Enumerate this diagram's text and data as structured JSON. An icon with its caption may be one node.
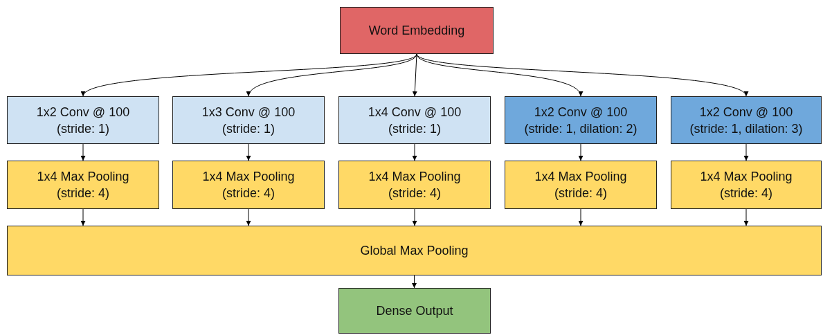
{
  "diagram": {
    "nodes": [
      {
        "text": [
          "Word Embedding"
        ]
      },
      {
        "text": [
          "1x2 Conv @ 100",
          "(stride: 1)"
        ]
      },
      {
        "text": [
          "1x3 Conv @ 100",
          "(stride: 1)"
        ]
      },
      {
        "text": [
          "1x4 Conv @ 100",
          "(stride: 1)"
        ]
      },
      {
        "text": [
          "1x2 Conv @ 100",
          "(stride: 1, dilation: 2)"
        ]
      },
      {
        "text": [
          "1x2 Conv @ 100",
          "(stride: 1, dilation: 3)"
        ]
      },
      {
        "text": [
          "1x4 Max Pooling",
          "(stride: 4)"
        ]
      },
      {
        "text": [
          "1x4 Max Pooling",
          "(stride: 4)"
        ]
      },
      {
        "text": [
          "1x4 Max Pooling",
          "(stride: 4)"
        ]
      },
      {
        "text": [
          "1x4 Max Pooling",
          "(stride: 4)"
        ]
      },
      {
        "text": [
          "1x4 Max Pooling",
          "(stride: 4)"
        ]
      },
      {
        "text": [
          "Global Max Pooling"
        ]
      },
      {
        "text": [
          "Dense Output"
        ]
      }
    ],
    "edges": [
      {
        "from": 0,
        "to": 1,
        "arrow": "to"
      },
      {
        "from": 0,
        "to": 2,
        "arrow": "to"
      },
      {
        "from": 0,
        "to": 3,
        "arrow": "to"
      },
      {
        "from": 0,
        "to": 4,
        "arrow": "to"
      },
      {
        "from": 0,
        "to": 5,
        "arrow": "to"
      },
      {
        "from": 1,
        "to": 6,
        "arrow": "to"
      },
      {
        "from": 2,
        "to": 7,
        "arrow": "to"
      },
      {
        "from": 3,
        "to": 8,
        "arrow": "to"
      },
      {
        "from": 4,
        "to": 9,
        "arrow": "to"
      },
      {
        "from": 5,
        "to": 10,
        "arrow": "to"
      },
      {
        "from": 6,
        "to": 11,
        "arrow": "to"
      },
      {
        "from": 7,
        "to": 11,
        "arrow": "to"
      },
      {
        "from": 8,
        "to": 11,
        "arrow": "to"
      },
      {
        "from": 9,
        "to": 11,
        "arrow": "to"
      },
      {
        "from": 10,
        "to": 11,
        "arrow": "to"
      },
      {
        "from": 11,
        "to": 12,
        "arrow": "to"
      }
    ]
  }
}
